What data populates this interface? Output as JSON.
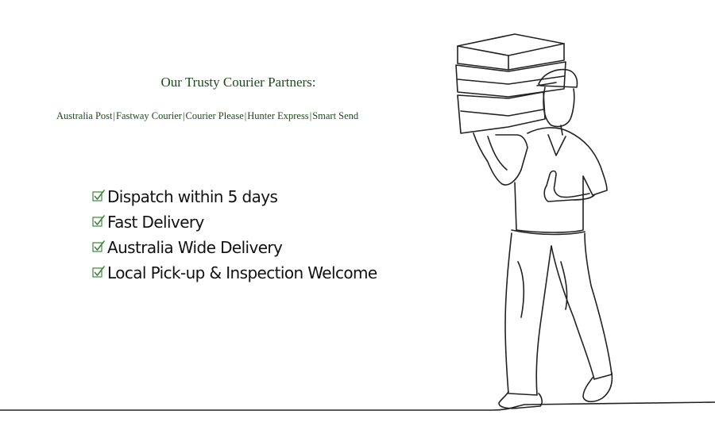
{
  "heading": "Our Trusty Courier Partners:",
  "partners": [
    "Australia Post",
    "Fastway Courier",
    "Courier Please",
    "Hunter Express",
    "Smart Send"
  ],
  "partner_separator": "|",
  "features": [
    "Dispatch within 5 days",
    "Fast Delivery",
    "Australia Wide Delivery",
    "Local Pick-up & Inspection Welcome"
  ],
  "colors": {
    "heading_text": "#1e4a1e",
    "check_mark": "#3a8a3a",
    "line_art": "#222222"
  },
  "icons": {
    "feature_bullet": "checkbox-check-icon",
    "illustration": "courier-carrying-boxes-line-art"
  }
}
